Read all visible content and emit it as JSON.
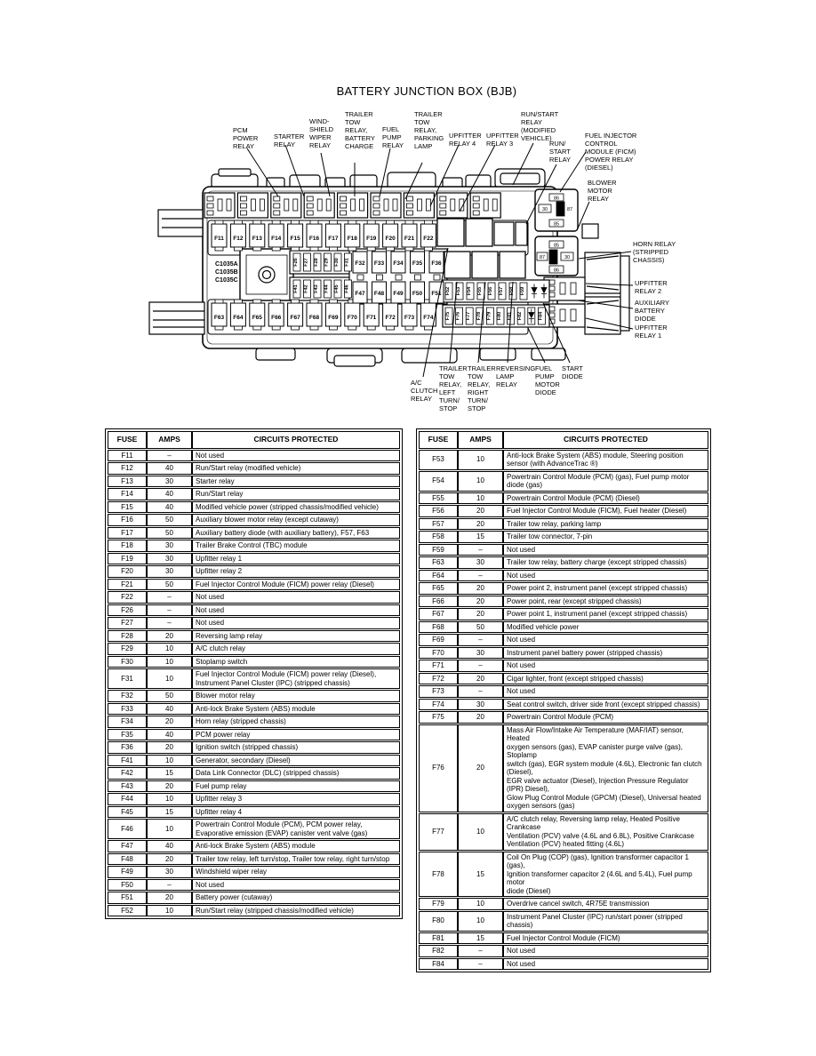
{
  "page": {
    "title": "BATTERY JUNCTION BOX (BJB)"
  },
  "diagram": {
    "connector_label": "C1035A\nC1035B\nC1035C",
    "labels": {
      "top": [
        "PCM\nPOWER\nRELAY",
        "STARTER\nRELAY",
        "WIND-\nSHIELD\nWIPER\nRELAY",
        "TRAILER\nTOW\nRELAY,\nBATTERY\nCHARGE",
        "FUEL\nPUMP\nRELAY",
        "TRAILER\nTOW\nRELAY,\nPARKING\nLAMP",
        "UPFITTER\nRELAY 4",
        "UPFITTER\nRELAY 3",
        "RUN/START\nRELAY\n(MODIFIED\nVEHICLE)",
        "RUN/\nSTART\nRELAY",
        "FUEL INJECTOR\nCONTROL\nMODULE (FICM)\nPOWER RELAY\n(DIESEL)",
        "BLOWER\nMOTOR\nRELAY"
      ],
      "right": [
        "HORN RELAY\n(STRIPPED\nCHASSIS)",
        "UPFITTER\nRELAY 2",
        "AUXILIARY\nBATTERY\nDIODE",
        "UPFITTER\nRELAY 1"
      ],
      "bottom": [
        "A/C\nCLUTCH\nRELAY",
        "TRAILER\nTOW\nRELAY,\nLEFT\nTURN/\nSTOP",
        "TRAILER\nTOW\nRELAY,\nRIGHT\nTURN/\nSTOP",
        "REVERSING\nLAMP\nRELAY",
        "FUEL\nPUMP\nMOTOR\nDIODE",
        "START\nDIODE"
      ]
    },
    "fuse_rows": {
      "top": [
        "F11",
        "F12",
        "F13",
        "F14",
        "F15",
        "F16",
        "F17",
        "F18",
        "F19",
        "F20",
        "F21",
        "F22"
      ],
      "bottom": [
        "F63",
        "F64",
        "F65",
        "F66",
        "F67",
        "F68",
        "F69",
        "F70",
        "F71",
        "F72",
        "F73",
        "F74"
      ],
      "mini_row1": [
        "F26",
        "F27",
        "F28",
        "F29",
        "F30",
        "F31"
      ],
      "mini_row2": [
        "F41",
        "F42",
        "F43",
        "F44",
        "F45",
        "F46"
      ],
      "mid_row1": [
        "F32",
        "F33",
        "F34",
        "F35",
        "F36"
      ],
      "mid_row2": [
        "F47",
        "F48",
        "F49",
        "F50",
        "F51"
      ],
      "vstrip1": [
        "F52",
        "F53",
        "F54",
        "F55",
        "F56",
        "F57",
        "F58",
        "F59"
      ],
      "vstrip2": [
        "F75",
        "F76",
        "F77",
        "F78",
        "F79",
        "F80",
        "F81",
        "F82",
        "F84"
      ]
    },
    "relay_terminals_a": [
      "86",
      "30",
      "87",
      "85"
    ],
    "relay_terminals_b": [
      "85",
      "87",
      "30",
      "86"
    ]
  },
  "tables": {
    "headers": [
      "FUSE",
      "AMPS",
      "CIRCUITS PROTECTED"
    ],
    "left_rows": [
      [
        "F11",
        "–",
        "Not used"
      ],
      [
        "F12",
        "40",
        "Run/Start relay (modified vehicle)"
      ],
      [
        "F13",
        "30",
        "Starter relay"
      ],
      [
        "F14",
        "40",
        "Run/Start relay"
      ],
      [
        "F15",
        "40",
        "Modified vehicle power (stripped chassis/modified vehicle)"
      ],
      [
        "F16",
        "50",
        "Auxiliary blower motor relay (except cutaway)"
      ],
      [
        "F17",
        "50",
        "Auxiliary battery diode (with auxiliary battery), F57, F63"
      ],
      [
        "F18",
        "30",
        "Trailer Brake Control (TBC) module"
      ],
      [
        "F19",
        "30",
        "Upfitter relay 1"
      ],
      [
        "F20",
        "30",
        "Upfitter relay 2"
      ],
      [
        "F21",
        "50",
        "Fuel Injector Control Module (FICM) power relay (Diesel)"
      ],
      [
        "F22",
        "–",
        "Not used"
      ],
      [
        "F26",
        "–",
        "Not used"
      ],
      [
        "F27",
        "–",
        "Not used"
      ],
      [
        "F28",
        "20",
        "Reversing lamp relay"
      ],
      [
        "F29",
        "10",
        "A/C clutch relay"
      ],
      [
        "F30",
        "10",
        "Stoplamp switch"
      ],
      [
        "F31",
        "10",
        "Fuel Injector Control Module (FICM) power relay (Diesel),\nInstrument Panel Cluster (IPC) (stripped chassis)"
      ],
      [
        "F32",
        "50",
        "Blower motor relay"
      ],
      [
        "F33",
        "40",
        "Anti-lock Brake System (ABS) module"
      ],
      [
        "F34",
        "20",
        "Horn relay (stripped chassis)"
      ],
      [
        "F35",
        "40",
        "PCM power relay"
      ],
      [
        "F36",
        "20",
        "Ignition switch (stripped chassis)"
      ],
      [
        "F41",
        "10",
        "Generator, secondary (Diesel)"
      ],
      [
        "F42",
        "15",
        "Data Link Connector (DLC) (stripped chassis)"
      ],
      [
        "F43",
        "20",
        "Fuel pump relay"
      ],
      [
        "F44",
        "10",
        "Upfitter relay 3"
      ],
      [
        "F45",
        "15",
        "Upfitter relay 4"
      ],
      [
        "F46",
        "10",
        "Powertrain Control Module (PCM), PCM power relay,\nEvaporative emission (EVAP) canister vent valve (gas)"
      ],
      [
        "F47",
        "40",
        "Anti-lock Brake System (ABS) module"
      ],
      [
        "F48",
        "20",
        "Trailer tow relay, left turn/stop, Trailer tow relay, right turn/stop"
      ],
      [
        "F49",
        "30",
        "Windshield wiper relay"
      ],
      [
        "F50",
        "–",
        "Not used"
      ],
      [
        "F51",
        "20",
        "Battery power (cutaway)"
      ],
      [
        "F52",
        "10",
        "Run/Start relay (stripped chassis/modified vehicle)"
      ]
    ],
    "right_rows": [
      [
        "F53",
        "10",
        "Anti-lock Brake System (ABS) module, Steering position\nsensor (with AdvanceTrac ®)"
      ],
      [
        "F54",
        "10",
        "Powertrain Control Module (PCM) (gas), Fuel pump motor diode (gas)"
      ],
      [
        "F55",
        "10",
        "Powertrain Control Module (PCM) (Diesel)"
      ],
      [
        "F56",
        "20",
        "Fuel Injector Control Module (FICM), Fuel heater (Diesel)"
      ],
      [
        "F57",
        "20",
        "Trailer tow relay, parking lamp"
      ],
      [
        "F58",
        "15",
        "Trailer tow connector, 7-pin"
      ],
      [
        "F59",
        "–",
        "Not used"
      ],
      [
        "F63",
        "30",
        "Trailer tow relay, battery charge (except stripped chassis)"
      ],
      [
        "F64",
        "–",
        "Not used"
      ],
      [
        "F65",
        "20",
        "Power point 2, instrument panel (except stripped chassis)"
      ],
      [
        "F66",
        "20",
        "Power point, rear (except stripped chassis)"
      ],
      [
        "F67",
        "20",
        "Power point 1, instrument panel (except stripped chassis)"
      ],
      [
        "F68",
        "50",
        "Modified vehicle power"
      ],
      [
        "F69",
        "–",
        "Not used"
      ],
      [
        "F70",
        "30",
        "Instrument panel battery power (stripped chassis)"
      ],
      [
        "F71",
        "–",
        "Not used"
      ],
      [
        "F72",
        "20",
        "Cigar lighter, front (except stripped chassis)"
      ],
      [
        "F73",
        "–",
        "Not used"
      ],
      [
        "F74",
        "30",
        "Seat control switch, driver side front (except stripped chassis)"
      ],
      [
        "F75",
        "20",
        "Powertrain Control Module (PCM)"
      ],
      [
        "F76",
        "20",
        "Mass Air Flow/Intake Air Temperature (MAF/IAT) sensor, Heated\noxygen sensors (gas), EVAP canister purge valve (gas), Stoplamp\nswitch (gas), EGR system module (4.6L), Electronic fan clutch (Diesel),\nEGR valve actuator (Diesel), Injection Pressure Regulator (IPR) Diesel),\nGlow Plug Control Module (GPCM) (Diesel), Universal heated\noxygen sensors (gas)"
      ],
      [
        "F77",
        "10",
        "A/C clutch relay, Reversing lamp relay, Heated Positive Crankcase\nVentilation (PCV) valve (4.6L and 6.8L), Positive Crankcase\nVentilation (PCV) heated fitting (4.6L)"
      ],
      [
        "F78",
        "15",
        "Coil On Plug (COP) (gas), Ignition transformer capacitor 1 (gas),\nIgnition transformer capacitor 2 (4.6L and 5.4L), Fuel pump motor\ndiode (Diesel)"
      ],
      [
        "F79",
        "10",
        "Overdrive cancel switch, 4R75E transmission"
      ],
      [
        "F80",
        "10",
        "Instrument Panel Cluster (IPC) run/start power (stripped chassis)"
      ],
      [
        "F81",
        "15",
        "Fuel Injector Control Module (FICM)"
      ],
      [
        "F82",
        "–",
        "Not used"
      ],
      [
        "F84",
        "–",
        "Not used"
      ]
    ]
  }
}
